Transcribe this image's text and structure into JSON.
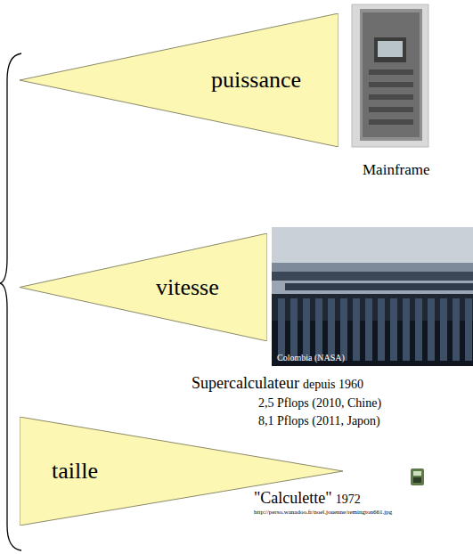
{
  "diagram": {
    "nodes": [
      {
        "text": [
          "puissance"
        ]
      },
      {
        "text": [
          "vitesse"
        ]
      },
      {
        "text": [
          "taille"
        ]
      }
    ],
    "labels": [
      "Mainframe",
      "Colombia (NASA)",
      "Supercalculateur",
      "depuis 1960",
      "2,5 Pflops (2010, Chine)",
      "8,1 Pflops (2011, Japon)",
      "\"Calculette\"",
      "1972",
      "http://perso.wanadoo.fr/noel.jouenne/remington661.jpg"
    ]
  }
}
